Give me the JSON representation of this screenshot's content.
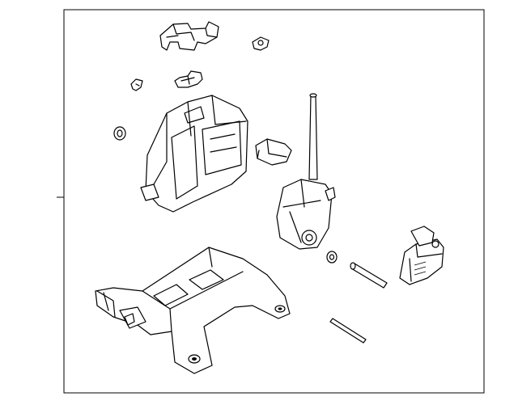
{
  "diagram": {
    "line_color": "#000000",
    "background_color": "#ffffff",
    "parts": [
      {
        "id": "top-retainer",
        "icon": "bracket-retainer"
      },
      {
        "id": "small-clip",
        "icon": "clip"
      },
      {
        "id": "hook-clip",
        "icon": "hook-clip"
      },
      {
        "id": "connector-bracket",
        "icon": "connector-bracket"
      },
      {
        "id": "grommet",
        "icon": "grommet"
      },
      {
        "id": "shifter-housing",
        "icon": "housing"
      },
      {
        "id": "sensor-module",
        "icon": "sensor"
      },
      {
        "id": "shift-lever",
        "icon": "lever"
      },
      {
        "id": "bushing",
        "icon": "bushing"
      },
      {
        "id": "pivot-pin",
        "icon": "pin"
      },
      {
        "id": "control-unit",
        "icon": "control-module"
      },
      {
        "id": "base-plate",
        "icon": "base-bracket"
      },
      {
        "id": "rod",
        "icon": "rod"
      }
    ]
  }
}
